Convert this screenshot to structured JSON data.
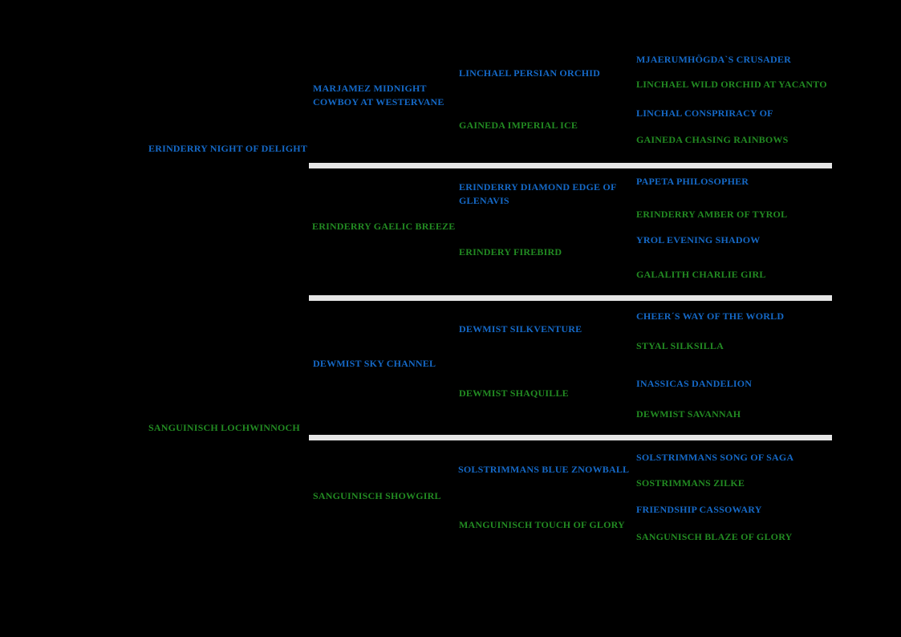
{
  "colors": {
    "sire": "#1569c7",
    "dam": "#228b22",
    "divider": "#e6e6e6",
    "background": "#000000"
  },
  "pedigree": {
    "generation1": [
      {
        "name": "ERINDERRY NIGHT OF DELIGHT",
        "role": "sire"
      },
      {
        "name": "SANGUINISCH LOCHWINNOCH",
        "role": "dam"
      }
    ],
    "generation2": [
      {
        "name": "MARJAMEZ MIDNIGHT COWBOY AT WESTERVANE",
        "role": "sire"
      },
      {
        "name": "ERINDERRY GAELIC BREEZE",
        "role": "dam"
      },
      {
        "name": "DEWMIST SKY CHANNEL",
        "role": "sire"
      },
      {
        "name": "SANGUINISCH SHOWGIRL",
        "role": "dam"
      }
    ],
    "generation3": [
      {
        "name": "LINCHAEL PERSIAN ORCHID",
        "role": "sire"
      },
      {
        "name": "GAINEDA IMPERIAL ICE",
        "role": "dam"
      },
      {
        "name": "ERINDERRY DIAMOND EDGE OF GLENAVIS",
        "role": "sire"
      },
      {
        "name": "ERINDERY FIREBIRD",
        "role": "dam"
      },
      {
        "name": "DEWMIST SILKVENTURE",
        "role": "sire"
      },
      {
        "name": "DEWMIST SHAQUILLE",
        "role": "dam"
      },
      {
        "name": "SOLSTRIMMANS BLUE ZNOWBALL",
        "role": "sire"
      },
      {
        "name": "MANGUINISCH TOUCH OF GLORY",
        "role": "dam"
      }
    ],
    "generation4": [
      {
        "name": "MJAERUMHÖGDA`S CRUSADER",
        "role": "sire"
      },
      {
        "name": "LINCHAEL WILD ORCHID AT YACANTO",
        "role": "dam"
      },
      {
        "name": "LINCHAL CONSPRIRACY OF",
        "role": "sire"
      },
      {
        "name": "GAINEDA CHASING RAINBOWS",
        "role": "dam"
      },
      {
        "name": "PAPETA PHILOSOPHER",
        "role": "sire"
      },
      {
        "name": "ERINDERRY AMBER OF TYROL",
        "role": "dam"
      },
      {
        "name": "YROL EVENING SHADOW",
        "role": "sire"
      },
      {
        "name": "GALALITH CHARLIE GIRL",
        "role": "dam"
      },
      {
        "name": "CHEER´S WAY OF THE WORLD",
        "role": "sire"
      },
      {
        "name": "STYAL SILKSILLA",
        "role": "dam"
      },
      {
        "name": "INASSICAS DANDELION",
        "role": "sire"
      },
      {
        "name": "DEWMIST SAVANNAH",
        "role": "dam"
      },
      {
        "name": "SOLSTRIMMANS SONG OF SAGA",
        "role": "sire"
      },
      {
        "name": "SOSTRIMMANS ZILKE",
        "role": "dam"
      },
      {
        "name": "FRIENDSHIP CASSOWARY",
        "role": "sire"
      },
      {
        "name": "SANGUNISCH BLAZE OF GLORY",
        "role": "dam"
      }
    ]
  }
}
